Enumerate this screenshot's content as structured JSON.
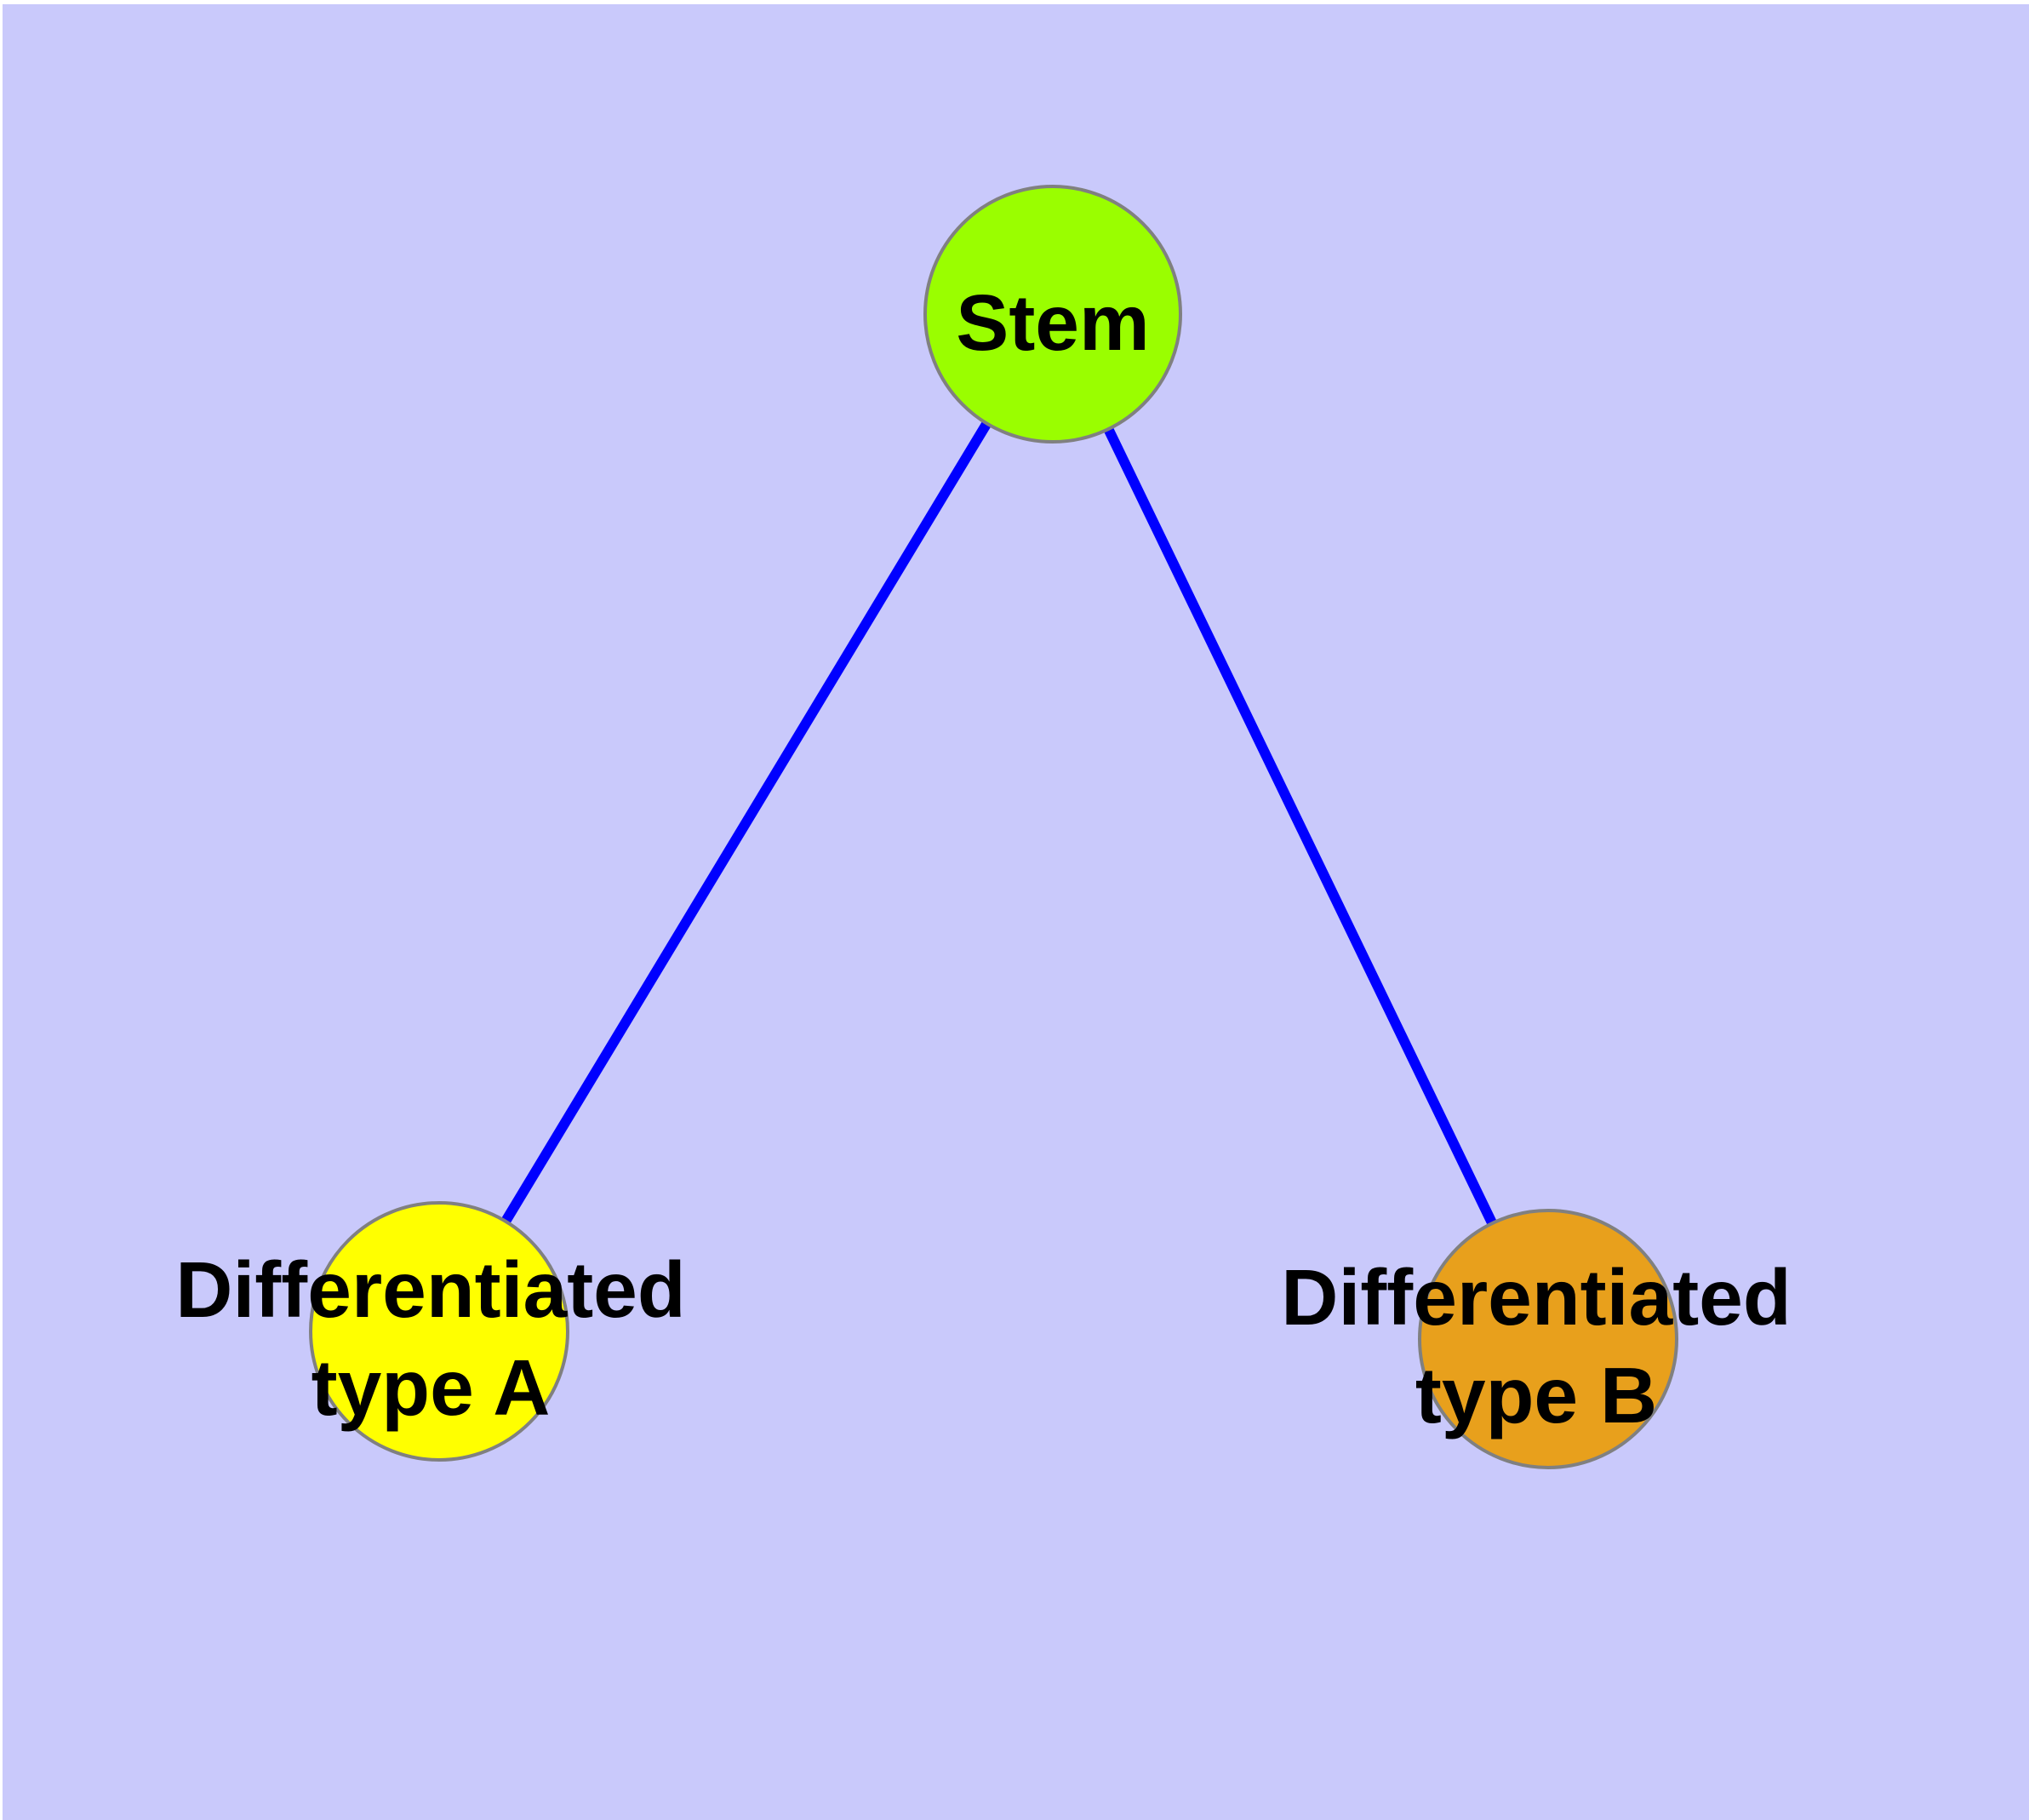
{
  "diagram": {
    "type": "graph",
    "background_color": "#C9C9FB",
    "margin_color": "#FFFFFF",
    "edge_color": "#0000FF",
    "node_border_color": "#808080",
    "label_color": "#000000",
    "nodes": [
      {
        "id": "stem",
        "label": "Stem",
        "label_lines": [
          "Stem"
        ],
        "fill": "#9AFE00"
      },
      {
        "id": "differentiated-type-a",
        "label": "Differentiated type A",
        "label_lines": [
          "Differentiated",
          "type A"
        ],
        "fill": "#FFFF00"
      },
      {
        "id": "differentiated-type-b",
        "label": "Differentiated type B",
        "label_lines": [
          "Differentiated",
          "type B"
        ],
        "fill": "#E8A01C"
      }
    ],
    "edges": [
      {
        "from": "Stem",
        "to": "Differentiated type A"
      },
      {
        "from": "Stem",
        "to": "Differentiated type B"
      }
    ]
  }
}
